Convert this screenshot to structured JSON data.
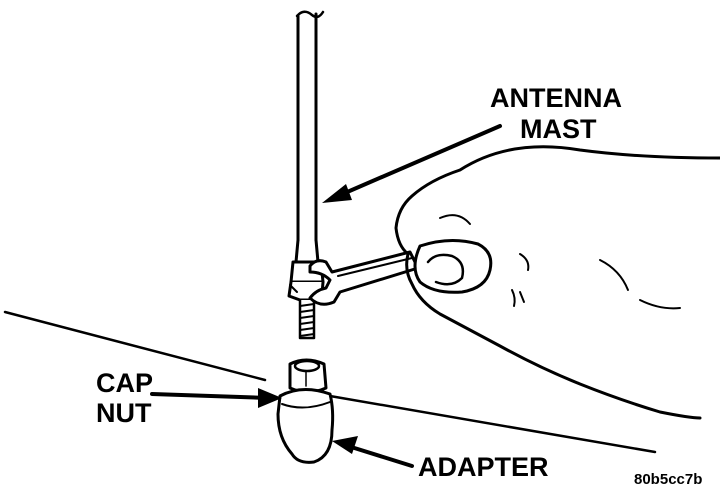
{
  "labels": {
    "antenna_line1": "ANTENNA",
    "antenna_line2": "MAST",
    "cap_line1": "CAP",
    "cap_line2": "NUT",
    "adapter": "ADAPTER"
  },
  "figure_code": "80b5cc7b",
  "colors": {
    "ink": "#000000",
    "paper": "#ffffff"
  }
}
